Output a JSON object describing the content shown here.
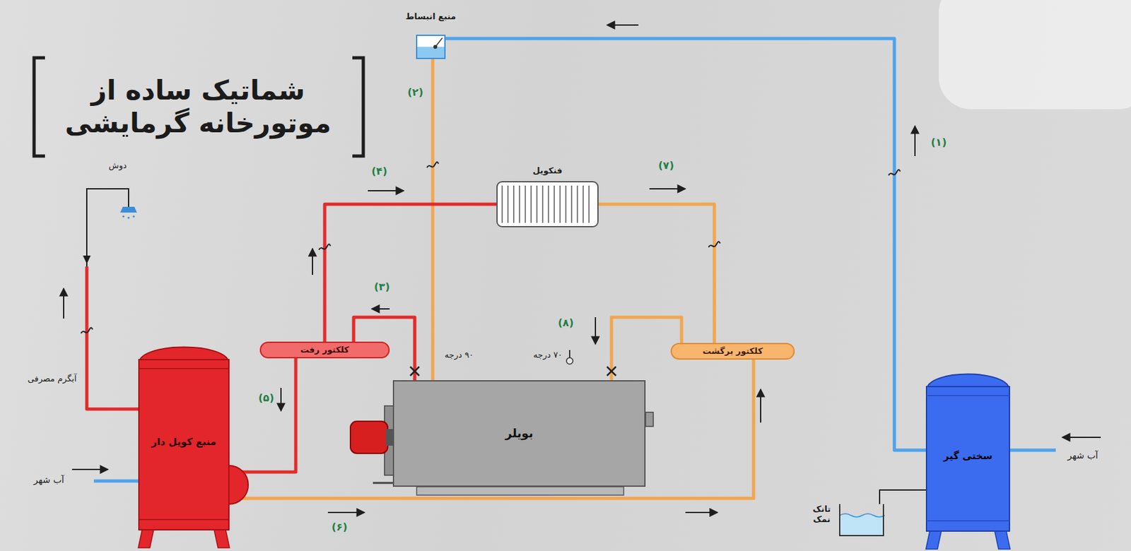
{
  "diagram": {
    "title": "شماتیک ساده از موتورخانه گرمایشی",
    "nodes": [
      {
        "text": [
          "منبع انبساط"
        ]
      },
      {
        "text": [
          "فنکویل"
        ]
      },
      {
        "text": [
          "کلکتور رفت"
        ]
      },
      {
        "text": [
          "کلکتور برگشت"
        ]
      },
      {
        "text": [
          "بویلر"
        ]
      },
      {
        "text": [
          "منبع کویل دار"
        ]
      },
      {
        "text": [
          "تانک نمک"
        ]
      },
      {
        "text": [
          "سختی گیر"
        ]
      }
    ],
    "edges": [
      {
        "from": 7,
        "to": 0,
        "arrow": "none"
      },
      {
        "from": 0,
        "to": 4,
        "arrow": "none"
      },
      {
        "from": 4,
        "to": 2,
        "arrow": "none"
      },
      {
        "from": 2,
        "to": 1,
        "arrow": "none"
      },
      {
        "from": 1,
        "to": 3,
        "arrow": "none"
      },
      {
        "from": 3,
        "to": 4,
        "arrow": "none"
      },
      {
        "from": 2,
        "to": 5,
        "arrow": "none"
      },
      {
        "from": 5,
        "to": 3,
        "arrow": "none"
      },
      {
        "from": 6,
        "to": 7,
        "arrow": "none"
      }
    ],
    "labels": [
      "دوش",
      "آبگرم مصرفی",
      "آب شهر",
      "آب شهر",
      "۹۰ درجه",
      "۷۰ درجه",
      "(۱)",
      "(۲)",
      "(۳)",
      "(۴)",
      "(۵)",
      "(۶)",
      "(۷)",
      "(۸)"
    ]
  }
}
